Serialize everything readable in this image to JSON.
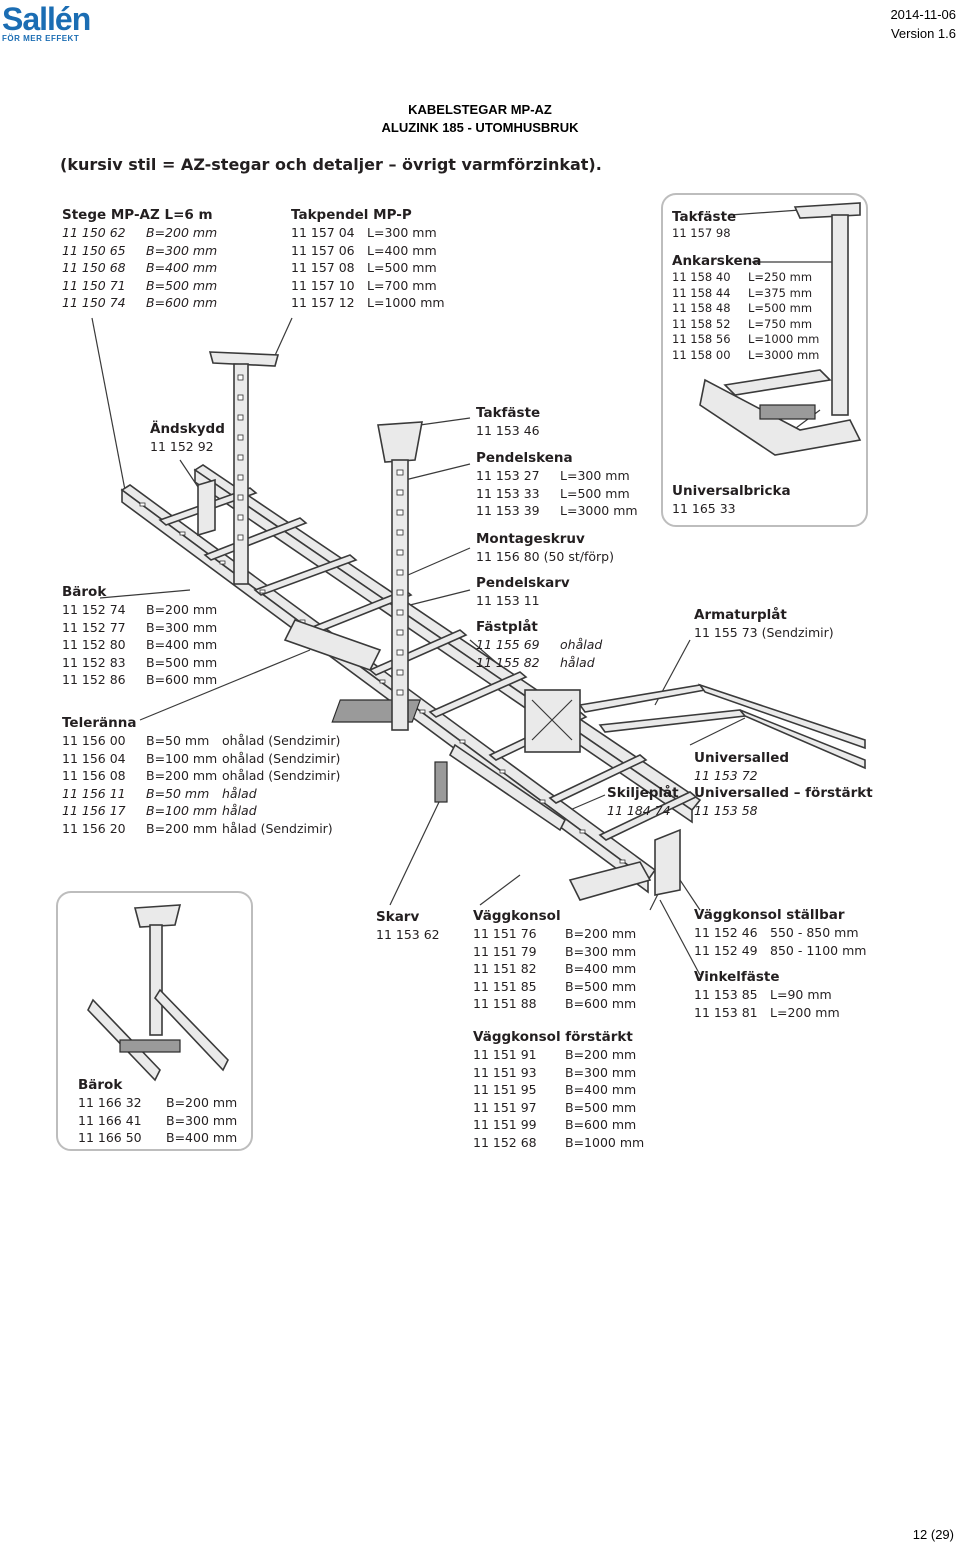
{
  "header": {
    "logo_text": "Sallén",
    "logo_tagline": "FÖR MER EFFEKT",
    "date": "2014-11-06",
    "version": "Version 1.6"
  },
  "title": {
    "line1": "KABELSTEGAR MP-AZ",
    "line2": "ALUZINK 185 - UTOMHUSBRUK"
  },
  "note": "(kursiv stil = AZ-stegar och detaljer – övrigt varmförzinkat).",
  "blocks": {
    "stege": {
      "heading": "Stege MP-AZ L=6 m",
      "rows": [
        {
          "code": "11 150 62",
          "dim": "B=200 mm",
          "italic": true
        },
        {
          "code": "11 150 65",
          "dim": "B=300 mm",
          "italic": true
        },
        {
          "code": "11 150 68",
          "dim": "B=400 mm",
          "italic": true
        },
        {
          "code": "11 150 71",
          "dim": "B=500 mm",
          "italic": true
        },
        {
          "code": "11 150 74",
          "dim": "B=600 mm",
          "italic": true
        }
      ]
    },
    "takpendel": {
      "heading": "Takpendel MP-P",
      "rows": [
        {
          "code": "11 157 04",
          "dim": "L=300 mm"
        },
        {
          "code": "11 157 06",
          "dim": "L=400 mm"
        },
        {
          "code": "11 157 08",
          "dim": "L=500 mm"
        },
        {
          "code": "11 157 10",
          "dim": "L=700 mm"
        },
        {
          "code": "11 157 12",
          "dim": "L=1000 mm"
        }
      ]
    },
    "andskydd": {
      "heading": "Ändskydd",
      "code": "11 152 92"
    },
    "takfaste_mid": {
      "heading": "Takfäste",
      "code": "11 153 46"
    },
    "pendelskena": {
      "heading": "Pendelskena",
      "rows": [
        {
          "code": "11 153 27",
          "dim": "L=300 mm"
        },
        {
          "code": "11 153 33",
          "dim": "L=500 mm"
        },
        {
          "code": "11 153 39",
          "dim": "L=3000 mm"
        }
      ]
    },
    "montageskruv": {
      "heading": "Montageskruv",
      "code": "11 156 80 (50 st/förp)"
    },
    "pendelskarv": {
      "heading": "Pendelskarv",
      "code": "11 153 11"
    },
    "fastplat": {
      "heading": "Fästplåt",
      "rows": [
        {
          "code": "11 155 69",
          "dim": "ohålad"
        },
        {
          "code": "11 155 82",
          "dim": "hålad"
        }
      ]
    },
    "barok": {
      "heading": "Bärok",
      "rows": [
        {
          "code": "11 152 74",
          "dim": "B=200 mm"
        },
        {
          "code": "11 152 77",
          "dim": "B=300 mm"
        },
        {
          "code": "11 152 80",
          "dim": "B=400 mm"
        },
        {
          "code": "11 152 83",
          "dim": "B=500 mm"
        },
        {
          "code": "11 152 86",
          "dim": "B=600 mm"
        }
      ]
    },
    "teleranna": {
      "heading": "Teleränna",
      "rows": [
        {
          "code": "11 156 00",
          "dim": "B=50 mm",
          "desc": "ohålad (Sendzimir)",
          "italic": false
        },
        {
          "code": "11 156 04",
          "dim": "B=100 mm",
          "desc": "ohålad (Sendzimir)",
          "italic": false
        },
        {
          "code": "11 156 08",
          "dim": "B=200 mm",
          "desc": "ohålad (Sendzimir)",
          "italic": false
        },
        {
          "code": "11 156 11",
          "dim": "B=50 mm",
          "desc": "hålad",
          "italic": true
        },
        {
          "code": "11 156 17",
          "dim": "B=100 mm",
          "desc": "hålad",
          "italic": true
        },
        {
          "code": "11 156 20",
          "dim": "B=200 mm",
          "desc": "hålad (Sendzimir)",
          "italic": false
        }
      ]
    },
    "takfaste_box": {
      "heading": "Takfäste",
      "code": "11 157 98"
    },
    "ankarskena": {
      "heading": "Ankarskena",
      "rows": [
        {
          "code": "11 158 40",
          "dim": "L=250 mm"
        },
        {
          "code": "11 158 44",
          "dim": "L=375 mm"
        },
        {
          "code": "11 158 48",
          "dim": "L=500 mm"
        },
        {
          "code": "11 158 52",
          "dim": "L=750 mm"
        },
        {
          "code": "11 158 56",
          "dim": "L=1000 mm"
        },
        {
          "code": "11 158 00",
          "dim": "L=3000 mm"
        }
      ]
    },
    "universalbricka": {
      "heading": "Universalbricka",
      "code": "11 165 33"
    },
    "armaturplat": {
      "heading": "Armaturplåt",
      "code": "11 155 73 (Sendzimir)"
    },
    "universalled": {
      "heading": "Universalled",
      "code": "11 153 72"
    },
    "universalled_forst": {
      "heading": "Universalled – förstärkt",
      "code": "11 153 58"
    },
    "skiljeplat": {
      "heading": "Skiljeplåt",
      "code": "11 184 74"
    },
    "skarv": {
      "heading": "Skarv",
      "code": "11 153 62"
    },
    "vaggkonsol": {
      "heading": "Väggkonsol",
      "rows": [
        {
          "code": "11 151 76",
          "dim": "B=200 mm"
        },
        {
          "code": "11 151 79",
          "dim": "B=300 mm"
        },
        {
          "code": "11 151 82",
          "dim": "B=400 mm"
        },
        {
          "code": "11 151 85",
          "dim": "B=500 mm"
        },
        {
          "code": "11 151 88",
          "dim": "B=600 mm"
        }
      ]
    },
    "vaggkonsol_stallbar": {
      "heading": "Väggkonsol ställbar",
      "rows": [
        {
          "code": "11 152 46",
          "dim": "550 - 850 mm"
        },
        {
          "code": "11 152 49",
          "dim": "850 - 1100 mm"
        }
      ]
    },
    "vinkelfaste": {
      "heading": "Vinkelfäste",
      "rows": [
        {
          "code": "11 153 85",
          "dim": "L=90 mm"
        },
        {
          "code": "11 153 81",
          "dim": "L=200 mm"
        }
      ]
    },
    "vaggkonsol_forst": {
      "heading": "Väggkonsol förstärkt",
      "rows": [
        {
          "code": "11 151 91",
          "dim": "B=200 mm"
        },
        {
          "code": "11 151 93",
          "dim": "B=300 mm"
        },
        {
          "code": "11 151 95",
          "dim": "B=400 mm"
        },
        {
          "code": "11 151 97",
          "dim": "B=500 mm"
        },
        {
          "code": "11 151 99",
          "dim": "B=600 mm"
        },
        {
          "code": "11 152 68",
          "dim": "B=1000 mm"
        }
      ]
    },
    "barok_box": {
      "heading": "Bärok",
      "rows": [
        {
          "code": "11 166 32",
          "dim": "B=200 mm"
        },
        {
          "code": "11 166 41",
          "dim": "B=300 mm"
        },
        {
          "code": "11 166 50",
          "dim": "B=400 mm"
        }
      ]
    }
  },
  "footer": {
    "page": "12 (29)"
  },
  "colors": {
    "brand": "#1b6db3",
    "line": "#3a3a3a",
    "box_border": "#bdbdbd"
  }
}
